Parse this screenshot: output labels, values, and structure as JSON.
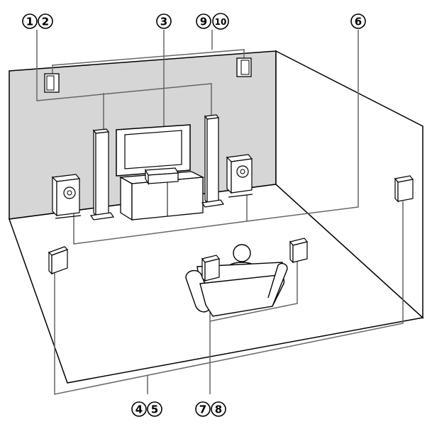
{
  "labels": {
    "front_lr": [
      "1",
      "2"
    ],
    "center": "3",
    "front_high": [
      "9",
      "10"
    ],
    "subwoofer": "6",
    "surround": [
      "4",
      "5"
    ],
    "surround_back": [
      "7",
      "8"
    ]
  },
  "colors": {
    "wall": "#d6d6d6",
    "floor": "#ffffff",
    "line": "#000000",
    "leader": "#666666"
  }
}
